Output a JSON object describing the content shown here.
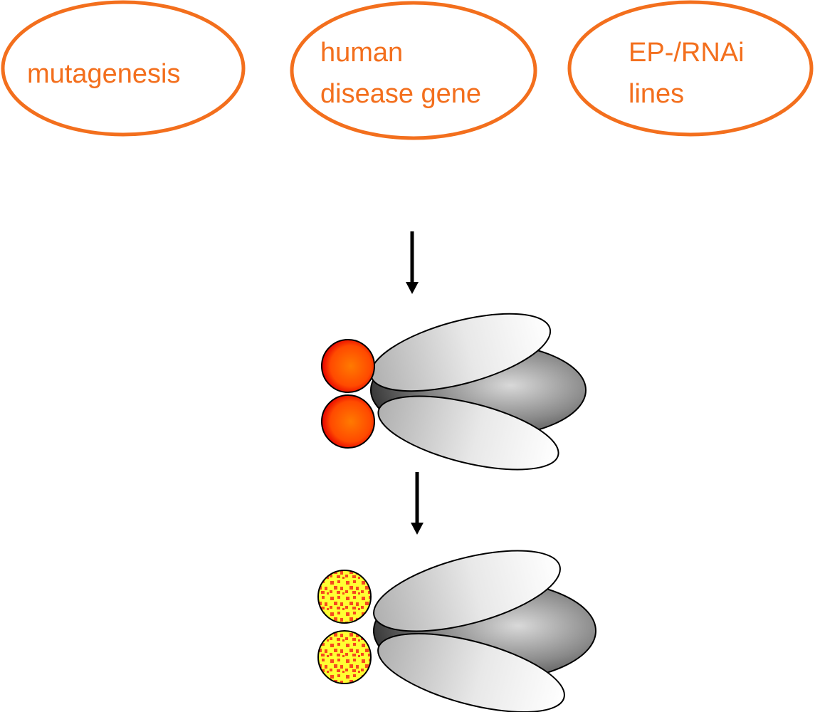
{
  "colors": {
    "accent": "#f36f1d",
    "eye_red": "#ff6a00",
    "eye_yellow": "#ffff33",
    "eye_pattern": "#f5491e",
    "body_dark": "#444444",
    "wing_light": "#ffffff",
    "outline": "#000000"
  },
  "sources": [
    {
      "label_lines": [
        "mutagenesis"
      ]
    },
    {
      "label_lines": [
        "human",
        "disease gene"
      ]
    },
    {
      "label_lines": [
        "EP-/RNAi",
        "lines"
      ]
    }
  ],
  "flies": [
    {
      "eye_type": "normal-red"
    },
    {
      "eye_type": "rough-yellow"
    }
  ]
}
